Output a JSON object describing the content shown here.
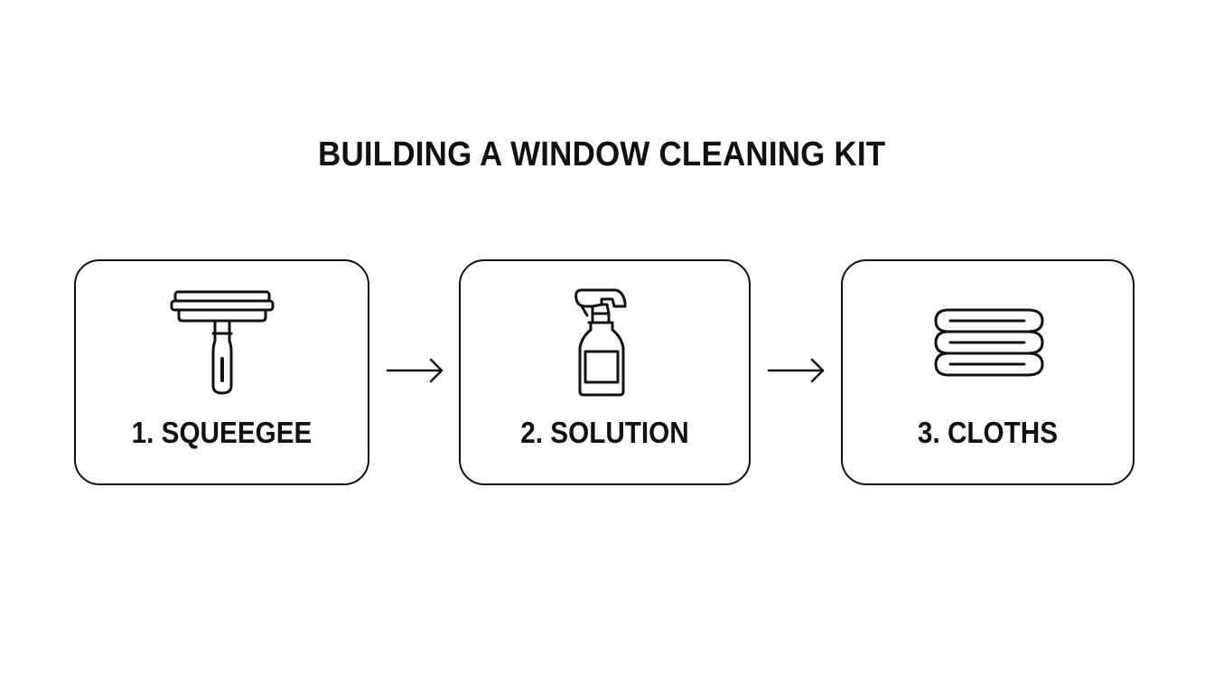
{
  "diagram": {
    "title": "BUILDING A WINDOW CLEANING KIT",
    "line_color": "#111111",
    "background_color": "#ffffff",
    "steps": [
      {
        "label": "1. SQUEEGEE",
        "icon": "squeegee-icon"
      },
      {
        "label": "2. SOLUTION",
        "icon": "spray-bottle-icon"
      },
      {
        "label": "3. CLOTHS",
        "icon": "folded-cloths-icon"
      }
    ],
    "connectors": [
      {
        "from": "1. SQUEEGEE",
        "to": "2. SOLUTION",
        "icon": "right-arrow-icon"
      },
      {
        "from": "2. SOLUTION",
        "to": "3. CLOTHS",
        "icon": "right-arrow-icon"
      }
    ]
  }
}
